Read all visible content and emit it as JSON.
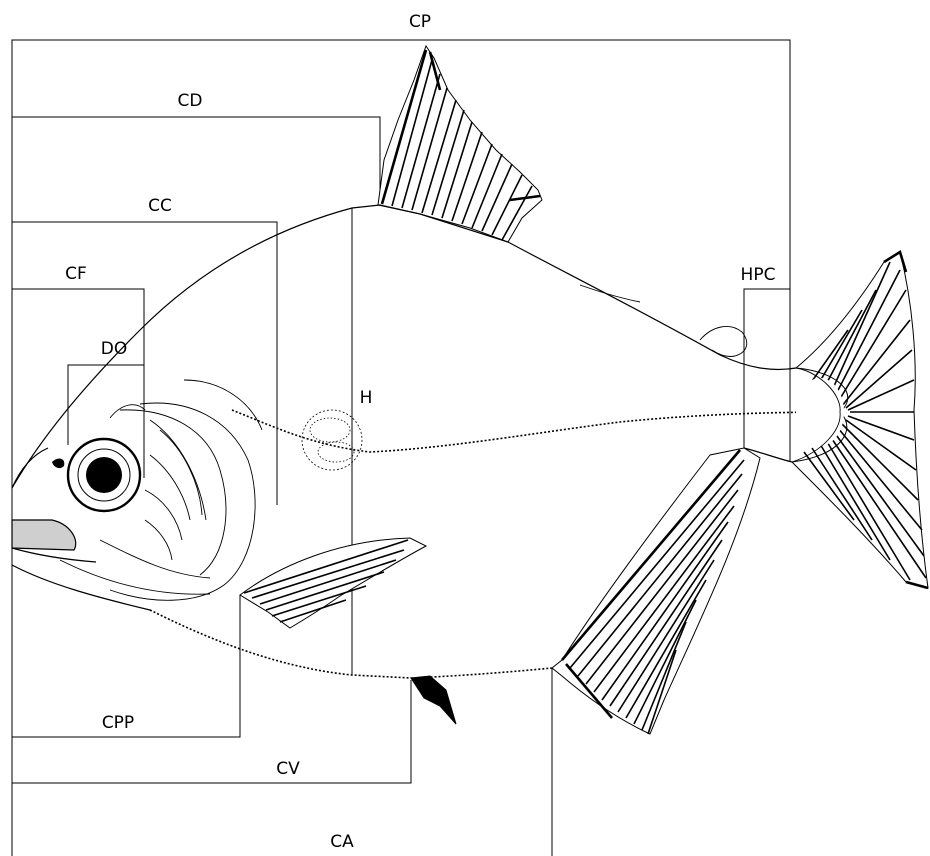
{
  "labels": {
    "cp": "CP",
    "cd": "CD",
    "cc": "CC",
    "cf": "CF",
    "do": "DO",
    "h": "H",
    "hpc": "HPC",
    "cpp": "CPP",
    "cv": "CV",
    "ca": "CA"
  }
}
